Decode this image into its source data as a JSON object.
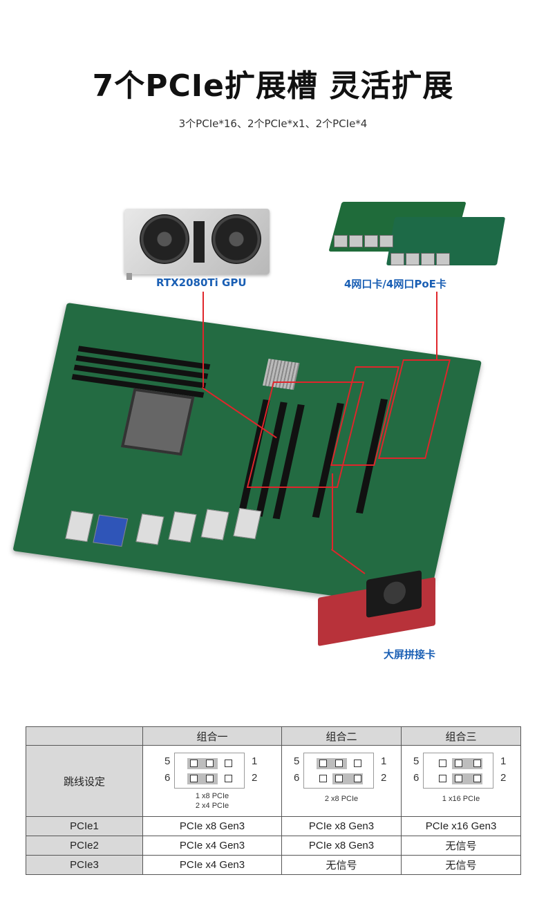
{
  "header": {
    "title": "7个PCIe扩展槽 灵活扩展",
    "subtitle": "3个PCIe*16、2个PCIe*x1、2个PCIe*4"
  },
  "callouts": {
    "gpu": "RTX2080Ti GPU",
    "nic": "4网口卡/4网口PoE卡",
    "splice": "大屏拼接卡"
  },
  "colors": {
    "callout_text": "#1a5fb4",
    "highlight": "#e0252b",
    "board": "#236b42"
  },
  "table": {
    "headers": [
      "",
      "组合一",
      "组合二",
      "组合三"
    ],
    "jumper_row_label": "跳线设定",
    "jumpers": [
      {
        "left_top": "5",
        "left_bottom": "6",
        "right_top": "1",
        "right_bottom": "2",
        "note_line1": "1 x8 PCIe",
        "note_line2": "2 x4 PCIe"
      },
      {
        "left_top": "5",
        "left_bottom": "6",
        "right_top": "1",
        "right_bottom": "2",
        "note_line1": "2 x8 PCIe",
        "note_line2": ""
      },
      {
        "left_top": "5",
        "left_bottom": "6",
        "right_top": "1",
        "right_bottom": "2",
        "note_line1": "1 x16 PCIe",
        "note_line2": ""
      }
    ],
    "rows": [
      {
        "label": "PCIe1",
        "values": [
          "PCIe x8 Gen3",
          "PCIe x8 Gen3",
          "PCIe x16 Gen3"
        ]
      },
      {
        "label": "PCIe2",
        "values": [
          "PCIe x4 Gen3",
          "PCIe x8 Gen3",
          "无信号"
        ]
      },
      {
        "label": "PCIe3",
        "values": [
          "PCIe x4 Gen3",
          "无信号",
          "无信号"
        ]
      }
    ]
  }
}
